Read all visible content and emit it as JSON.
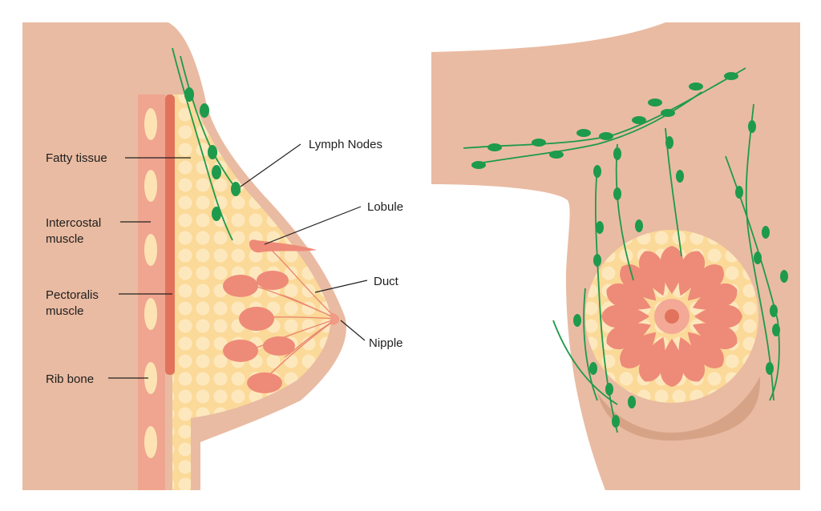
{
  "labels": {
    "fatty_tissue": "Fatty tissue",
    "intercostal_1": "Intercostal",
    "intercostal_2": "muscle",
    "pectoralis_1": "Pectoralis",
    "pectoralis_2": "muscle",
    "rib_bone": "Rib bone",
    "lymph_nodes": "Lymph Nodes",
    "lobule": "Lobule",
    "duct": "Duct",
    "nipple": "Nipple"
  },
  "colors": {
    "skin": "#e9bba2",
    "skin_shadow": "#d7a387",
    "fatty_tissue": "#fbd998",
    "fat_cell": "#fde8be",
    "muscle_pectoralis": "#e88a72",
    "muscle_intercostal": "#efa58f",
    "rib": "#fde3b3",
    "lobule": "#ee8a78",
    "lymph": "#1e9a4c"
  }
}
